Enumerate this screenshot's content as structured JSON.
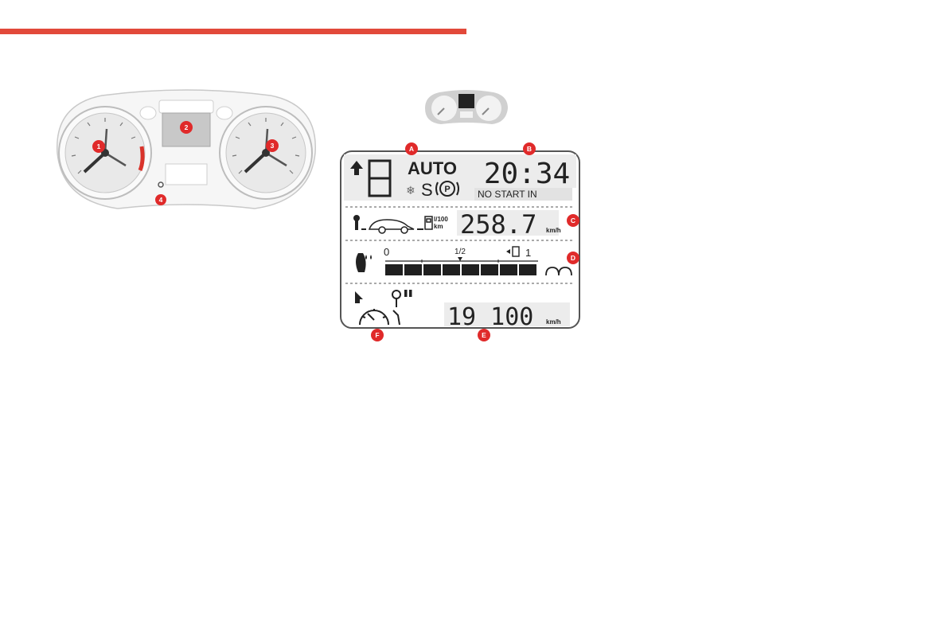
{
  "header": {
    "accent_color": "#e2493a"
  },
  "cluster_callouts": [
    "1",
    "2",
    "3",
    "4"
  ],
  "display": {
    "callouts": {
      "a": "A",
      "b": "B",
      "c": "C",
      "d": "D",
      "e": "E",
      "f": "F"
    },
    "gear_mode": "AUTO",
    "sport_mode": "S",
    "clock": "20:34",
    "stop_start_message": "NO START IN",
    "consumption_unit_top": "l/100",
    "consumption_unit_bottom": "km",
    "trip_value": "258.7",
    "trip_unit": "km/h",
    "fuel_scale_empty": "0",
    "fuel_scale_half": "1/2",
    "fuel_scale_full": "1",
    "fuel_level": 1.0,
    "odometer": "19 100",
    "odometer_unit": "km/h"
  },
  "colors": {
    "badge": "#e02a2a",
    "lcd_background": "#ececec",
    "lcd_border": "#555555"
  }
}
